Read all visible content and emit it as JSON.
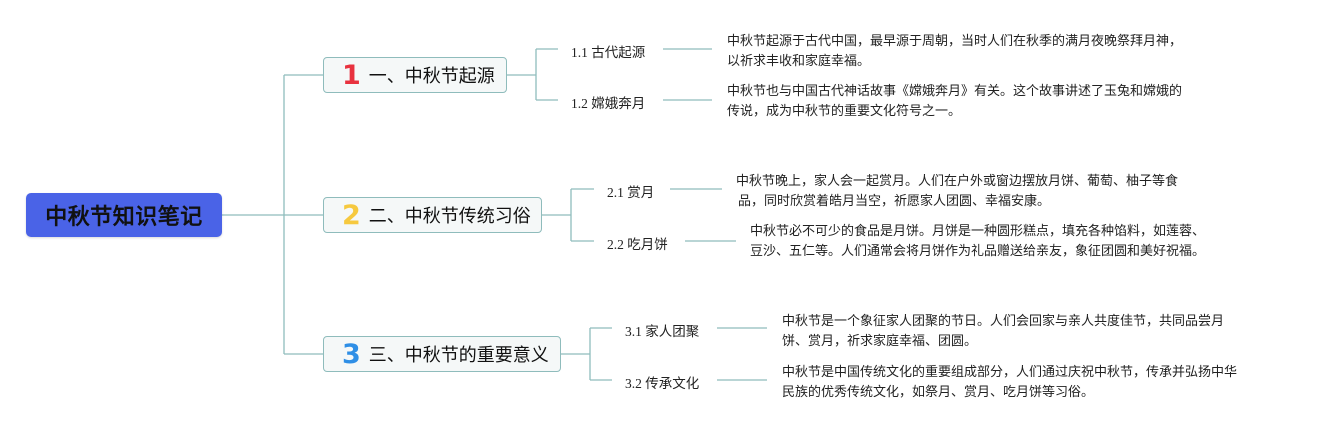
{
  "colors": {
    "root_bg": "#4a63e7",
    "branch_bg": "#f5f8f8",
    "branch_border": "#8fbcbc",
    "connector": "#8fbcbc",
    "num1": "#e8323f",
    "num2": "#f6c93f",
    "num3": "#2f8fe6"
  },
  "root": {
    "label": "中秋节知识笔记"
  },
  "branches": [
    {
      "num": "1",
      "label": "一、中秋节起源",
      "children": [
        {
          "label": "1.1 古代起源",
          "desc_line1": "中秋节起源于古代中国，最早源于周朝，当时人们在秋季的满月夜晚祭拜月神，",
          "desc_line2": "以祈求丰收和家庭幸福。"
        },
        {
          "label": "1.2 嫦娥奔月",
          "desc_line1": "中秋节也与中国古代神话故事《嫦娥奔月》有关。这个故事讲述了玉兔和嫦娥的",
          "desc_line2": "传说，成为中秋节的重要文化符号之一。"
        }
      ]
    },
    {
      "num": "2",
      "label": "二、中秋节传统习俗",
      "children": [
        {
          "label": "2.1 赏月",
          "desc_line1": "中秋节晚上，家人会一起赏月。人们在户外或窗边摆放月饼、葡萄、柚子等食",
          "desc_line2": "品，同时欣赏着皓月当空，祈愿家人团圆、幸福安康。"
        },
        {
          "label": "2.2 吃月饼",
          "desc_line1": "中秋节必不可少的食品是月饼。月饼是一种圆形糕点，填充各种馅料，如莲蓉、",
          "desc_line2": "豆沙、五仁等。人们通常会将月饼作为礼品赠送给亲友，象征团圆和美好祝福。"
        }
      ]
    },
    {
      "num": "3",
      "label": "三、中秋节的重要意义",
      "children": [
        {
          "label": "3.1 家人团聚",
          "desc_line1": "中秋节是一个象征家人团聚的节日。人们会回家与亲人共度佳节，共同品尝月",
          "desc_line2": "饼、赏月，祈求家庭幸福、团圆。"
        },
        {
          "label": "3.2 传承文化",
          "desc_line1": "中秋节是中国传统文化的重要组成部分，人们通过庆祝中秋节，传承并弘扬中华",
          "desc_line2": "民族的优秀传统文化，如祭月、赏月、吃月饼等习俗。"
        }
      ]
    }
  ]
}
